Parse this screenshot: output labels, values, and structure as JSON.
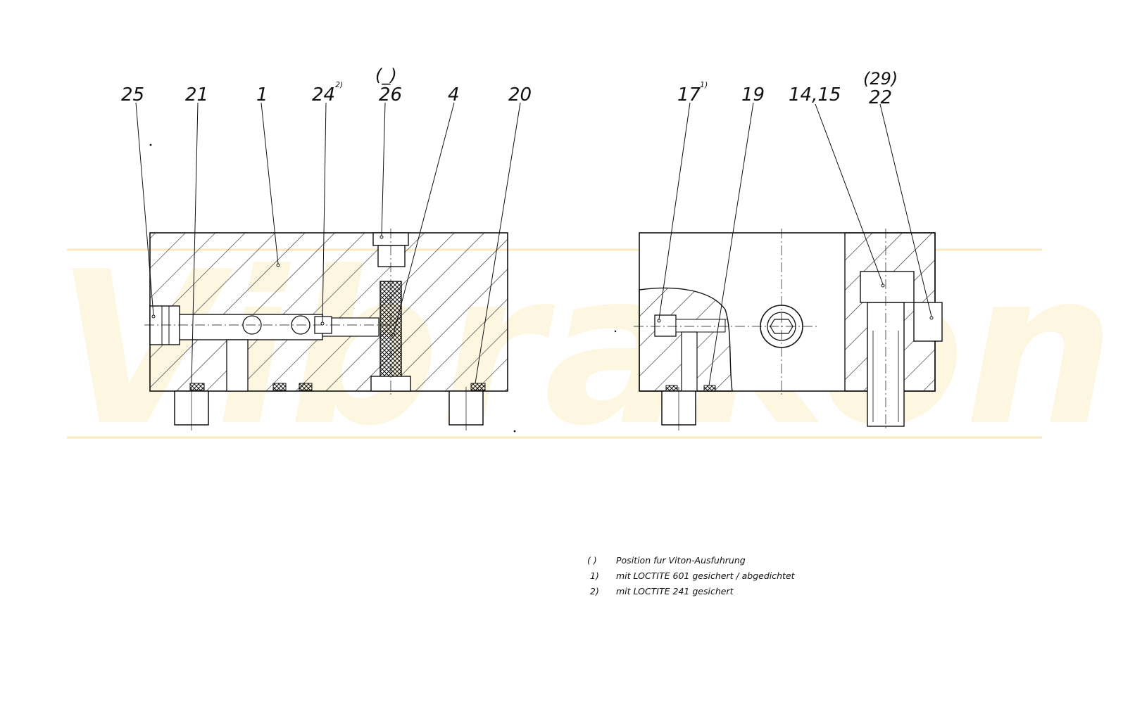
{
  "watermark": "Vibrakon",
  "left_view": {
    "labels": [
      "25",
      "21",
      "1",
      "24",
      "26",
      "4",
      "20"
    ],
    "sup_24": "2)",
    "bracket_26": "(_)"
  },
  "right_view": {
    "labels": [
      "17",
      "19",
      "14,15",
      "22"
    ],
    "sup_17": "1)",
    "bracket_22": "(29)"
  },
  "notes": [
    {
      "key": "( )",
      "text": "Position  fur  Viton-Ausfuhrung"
    },
    {
      "key": "1)",
      "text": "mit  LOCTITE  601  gesichert / abgedichtet"
    },
    {
      "key": "2)",
      "text": "mit  LOCTITE  241  gesichert"
    }
  ]
}
